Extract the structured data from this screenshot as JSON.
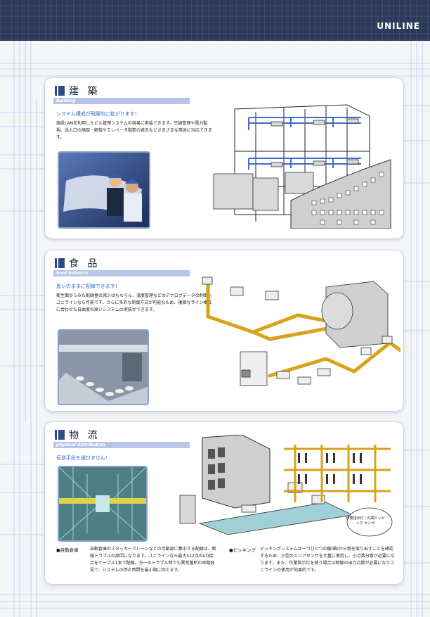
{
  "header": {
    "brand": "UNILINE"
  },
  "sections": [
    {
      "title": "建 築",
      "subtitle_en": "building",
      "lead": "システム構成が飛躍的に拡がります!",
      "body": "施設LANを利用したビル管理システムの容易に実装できます。空調管理や電力監視、出入口の施錠・解錠やエレベータ階数の表示などさまざまな用途に対応できます。"
    },
    {
      "title": "食 品",
      "subtitle_en": "food industry",
      "lead": "思いのままに配線できます!",
      "body": "衛生面からみた配線量の減少はもちろん、温度管理などのアナログデータの制御もユニラインなら可能です。さらに多彩な制御方式が可能なため、複雑なライン構成に合わせた自由度の高いシステムの実装ができます。"
    },
    {
      "title": "物 流",
      "subtitle_en": "physical distribution",
      "lead": "伝送手段を選びません!",
      "notes": [
        {
          "head": "●自動倉庫",
          "text": "自動倉庫のスタッカークレーンなどの可動部に集中する配線は、断線トラブルの原因になります。ユニラインなら最大512点のI/O接点をケーブル1本で配線。万一のトラブル時でも異常箇所の早期発見で、システムの停止時間を最小限に抑えます。"
        },
        {
          "head": "●ピッキング",
          "text": "ピッキングシステムは一つひとつの棚(箱)から物を取り出すことを確認するため、小型のエリアセンサを大量に使用し、小点数分散が必要になります。また、作業指示灯を使う場合は制御の出力点数が必要になりユニラインの使用が効果的です。"
        }
      ],
      "callout": "作業指示灯 / 内蔵ピッキング センサ"
    }
  ]
}
